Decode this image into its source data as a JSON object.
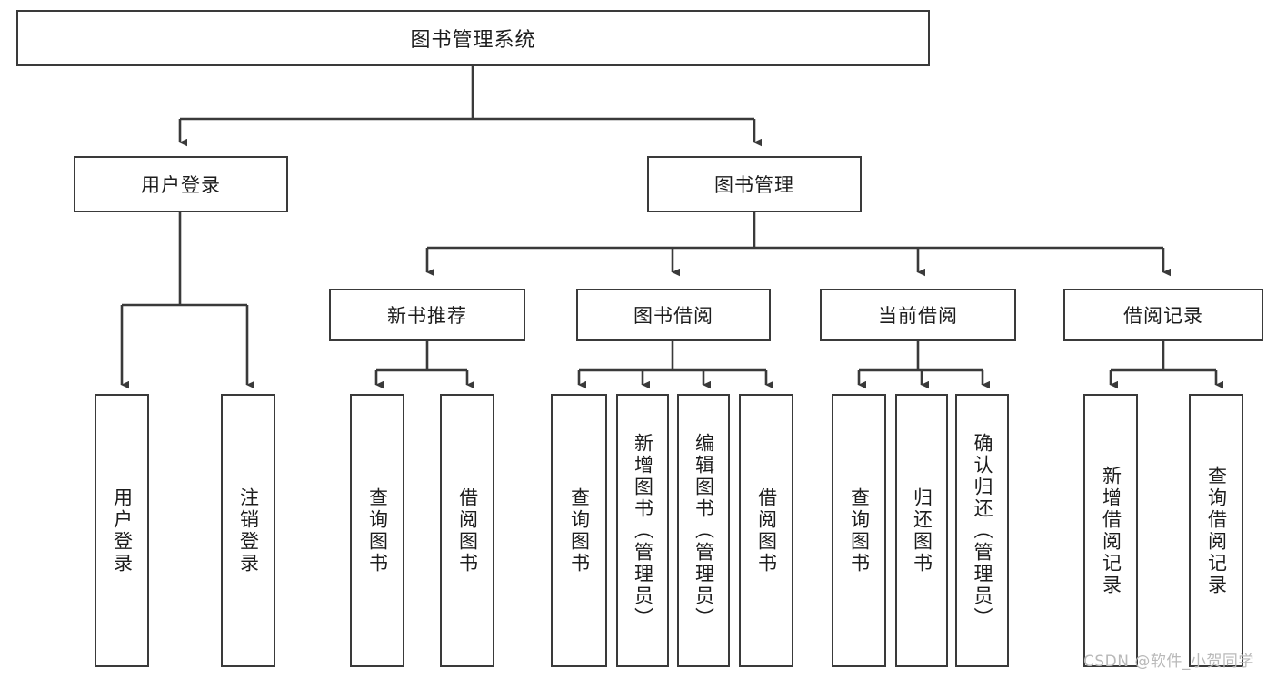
{
  "diagram": {
    "type": "tree-hierarchy",
    "title": "图书管理系统",
    "watermark": "CSDN @软件_小贺同学",
    "colors": {
      "box_border": "#3a3a3a",
      "box_fill": "#ffffff",
      "connector": "#3a3a3a",
      "text": "#1d1d1d",
      "watermark": "#b9b9b9",
      "background": "#ffffff"
    },
    "root": {
      "id": "root",
      "label": "图书管理系统"
    },
    "level2": [
      {
        "id": "user-login",
        "label": "用户登录"
      },
      {
        "id": "book-manage",
        "label": "图书管理"
      }
    ],
    "level3": [
      {
        "id": "new-book-recommend",
        "label": "新书推荐",
        "parent": "book-manage"
      },
      {
        "id": "book-borrow",
        "label": "图书借阅",
        "parent": "book-manage"
      },
      {
        "id": "current-borrow",
        "label": "当前借阅",
        "parent": "book-manage"
      },
      {
        "id": "borrow-record",
        "label": "借阅记录",
        "parent": "book-manage"
      }
    ],
    "leaves": [
      {
        "id": "leaf-user-login",
        "label": "用户登录",
        "parent": "user-login"
      },
      {
        "id": "leaf-logout-login",
        "label": "注销登录",
        "parent": "user-login"
      },
      {
        "id": "leaf-query-book-1",
        "label": "查询图书",
        "parent": "new-book-recommend"
      },
      {
        "id": "leaf-borrow-book-1",
        "label": "借阅图书",
        "parent": "new-book-recommend"
      },
      {
        "id": "leaf-query-book-2",
        "label": "查询图书",
        "parent": "book-borrow"
      },
      {
        "id": "leaf-add-book",
        "label": "新增图书（管理员）",
        "parent": "book-borrow"
      },
      {
        "id": "leaf-edit-book",
        "label": "编辑图书（管理员）",
        "parent": "book-borrow"
      },
      {
        "id": "leaf-borrow-book-2",
        "label": "借阅图书",
        "parent": "book-borrow"
      },
      {
        "id": "leaf-query-book-3",
        "label": "查询图书",
        "parent": "current-borrow"
      },
      {
        "id": "leaf-return-book",
        "label": "归还图书",
        "parent": "current-borrow"
      },
      {
        "id": "leaf-confirm-return",
        "label": "确认归还（管理员）",
        "parent": "current-borrow"
      },
      {
        "id": "leaf-add-record",
        "label": "新增借阅记录",
        "parent": "borrow-record"
      },
      {
        "id": "leaf-query-record",
        "label": "查询借阅记录",
        "parent": "borrow-record"
      }
    ]
  }
}
